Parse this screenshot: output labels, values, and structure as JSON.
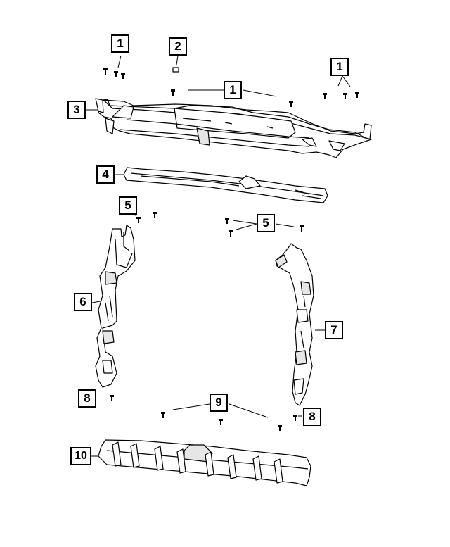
{
  "diagram": {
    "callouts": [
      "1",
      "2",
      "1",
      "1",
      "3",
      "4",
      "5",
      "5",
      "6",
      "7",
      "8",
      "9",
      "8",
      "10"
    ]
  },
  "colors": {
    "line": "#000000",
    "background": "#ffffff",
    "part_fill": "#ffffff",
    "shade": "#e6e6e6"
  }
}
